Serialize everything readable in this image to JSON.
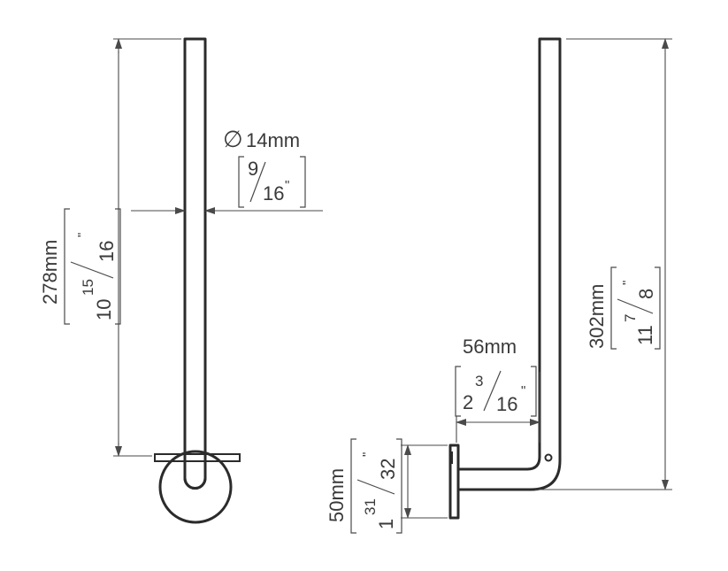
{
  "diameter": {
    "symbol": "∅",
    "mm": "14mm",
    "in_num": "9",
    "in_den": "16",
    "in_unit": "\""
  },
  "height_front": {
    "mm": "278mm",
    "in_whole": "10",
    "in_num": "15",
    "in_den": "16",
    "in_unit": "\""
  },
  "projection": {
    "mm": "56mm",
    "in_whole": "2",
    "in_num": "3",
    "in_den": "16",
    "in_unit": "\""
  },
  "height_side": {
    "mm": "302mm",
    "in_whole": "11",
    "in_num": "7",
    "in_den": "8",
    "in_unit": "\""
  },
  "base_plate": {
    "mm": "50mm",
    "in_whole": "1",
    "in_num": "31",
    "in_den": "32",
    "in_unit": "\""
  },
  "colors": {
    "line": "#2b2b2b",
    "dimension": "#4a4a4a",
    "background": "#ffffff"
  }
}
